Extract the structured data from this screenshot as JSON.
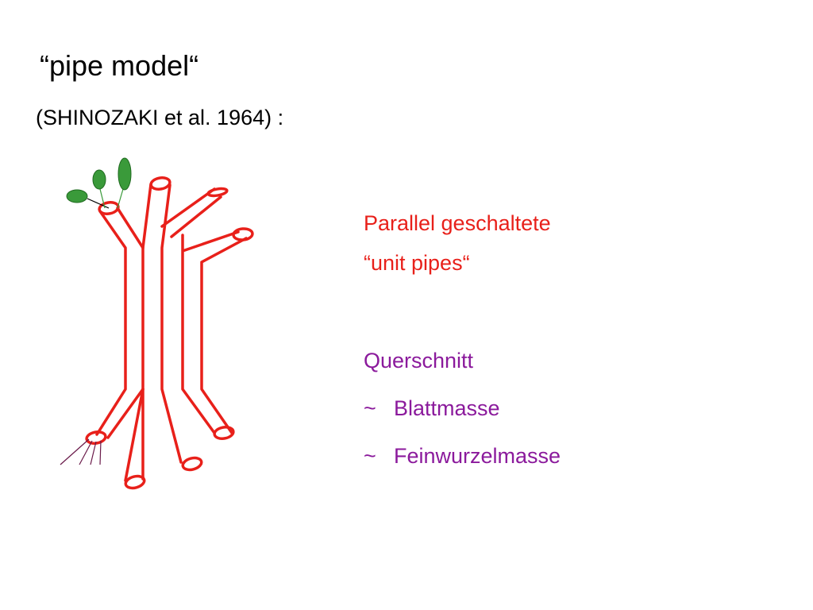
{
  "title": "“pipe model“",
  "subtitle": "(SHINOZAKI et al. 1964) :",
  "labels": {
    "parallel_line1": "Parallel geschaltete",
    "parallel_line2": "“unit pipes“",
    "cross_section": "Querschnitt",
    "proportional_symbol": "~",
    "leaf_mass": "Blattmasse",
    "fine_root_mass": "Feinwurzelmasse"
  },
  "colors": {
    "pipes": "#e8201a",
    "leaves": "#3a9a3a",
    "roots": "#6a1a4a",
    "label_red": "#e8201a",
    "label_purple": "#8b1a9c"
  }
}
